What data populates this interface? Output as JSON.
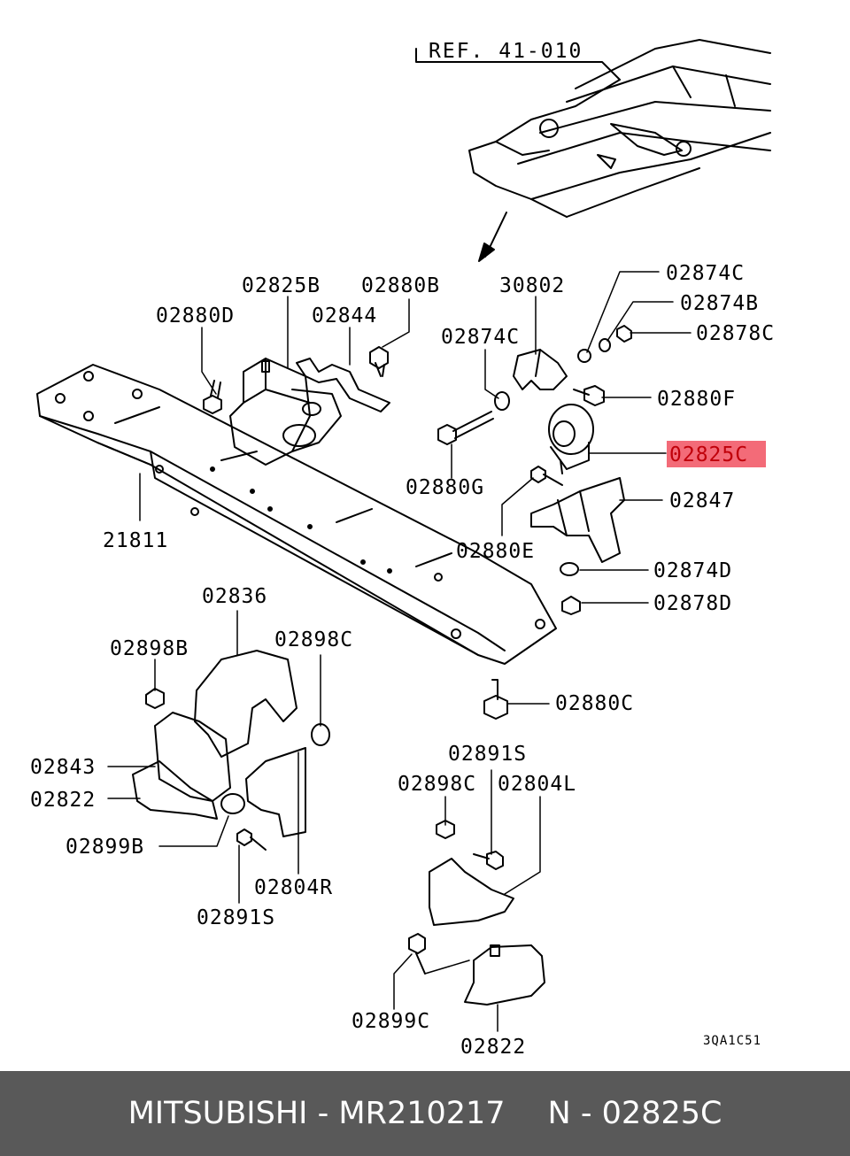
{
  "reference": "REF. 41-010",
  "drawing_code": "3QA1C51",
  "highlighted_part": "02825C",
  "colors": {
    "highlight_fill": "#f36b78",
    "highlight_text": "#c0000a",
    "footer_bg": "#595959"
  },
  "labels": {
    "p02874C_top": "02874C",
    "p02874B": "02874B",
    "p02878C": "02878C",
    "p30802": "30802",
    "p02825B": "02825B",
    "p02880B": "02880B",
    "p02880D": "02880D",
    "p02844": "02844",
    "p02874C_left": "02874C",
    "p02880F": "02880F",
    "p02825C": "02825C",
    "p02880G": "02880G",
    "p02847": "02847",
    "p02880E": "02880E",
    "p02874D": "02874D",
    "p02878D": "02878D",
    "p21811": "21811",
    "p02836": "02836",
    "p02898B": "02898B",
    "p02898C_left": "02898C",
    "p02880C": "02880C",
    "p02843": "02843",
    "p02822_left": "02822",
    "p02899B": "02899B",
    "p02804R": "02804R",
    "p02891S_left": "02891S",
    "p02891S_right": "02891S",
    "p02898C_right": "02898C",
    "p02804L": "02804L",
    "p02899C": "02899C",
    "p02822_bottom": "02822"
  },
  "footer": {
    "brand": "MITSUBISHI",
    "separator": "-",
    "part_number": "MR210217",
    "ref_prefix": "N",
    "ref_separator": "-",
    "ref_code": "02825C"
  }
}
